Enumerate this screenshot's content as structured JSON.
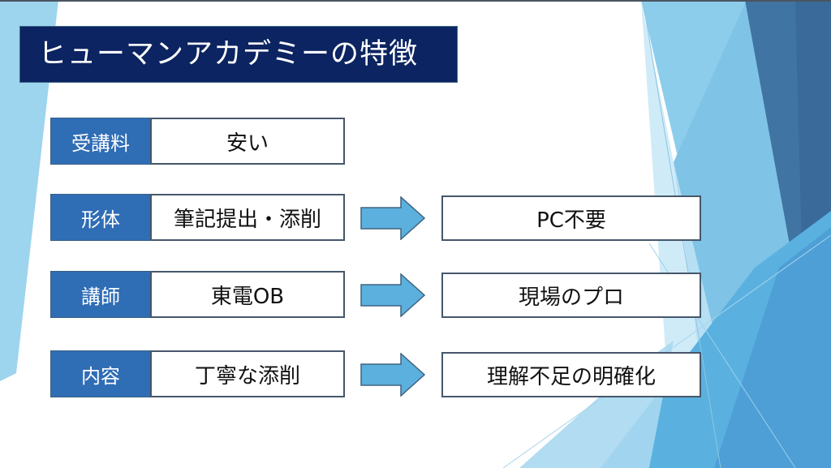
{
  "slide": {
    "title": "ヒューマンアカデミーの特徴",
    "colors": {
      "title_bg": "#0c2461",
      "label_bg": "#2f6db5",
      "arrow_fill": "#5bb0de",
      "box_border": "#46576a"
    },
    "rows": [
      {
        "label": "受講料",
        "value": "安い",
        "result": null
      },
      {
        "label": "形体",
        "value": "筆記提出・添削",
        "result": "PC不要"
      },
      {
        "label": "講師",
        "value": "東電OB",
        "result": "現場のプロ"
      },
      {
        "label": "内容",
        "value": "丁寧な添削",
        "result": "理解不足の明確化"
      }
    ],
    "icons": {
      "arrow": "right-arrow-icon"
    }
  }
}
